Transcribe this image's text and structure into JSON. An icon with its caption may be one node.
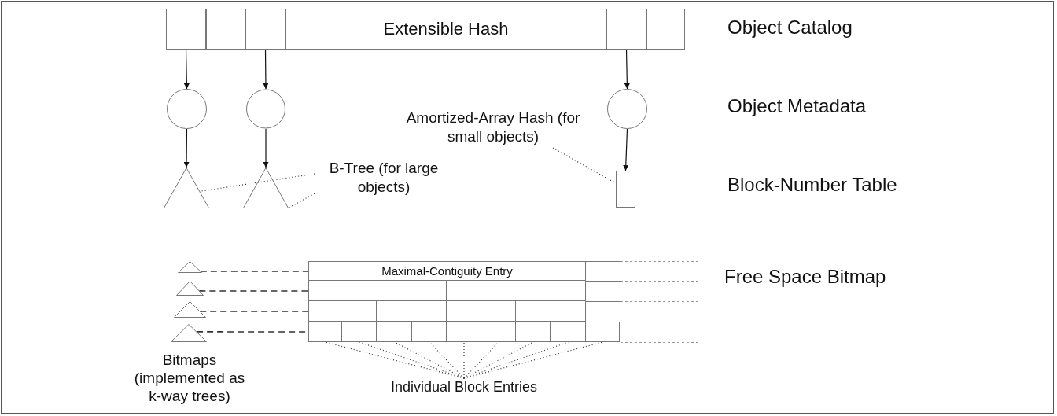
{
  "diagram": {
    "nodes": [
      {
        "text": [],
        "shape": "box"
      },
      {
        "text": [],
        "shape": "box"
      },
      {
        "text": [],
        "shape": "box"
      },
      {
        "text": [
          "Extensible Hash"
        ]
      },
      {
        "text": [],
        "shape": "box"
      },
      {
        "text": [],
        "shape": "box"
      },
      {
        "text": [],
        "shape": "circle"
      },
      {
        "text": [],
        "shape": "circle"
      },
      {
        "text": [],
        "shape": "circle"
      },
      {
        "text": [],
        "shape": "triangle"
      },
      {
        "text": [],
        "shape": "triangle"
      },
      {
        "text": [],
        "shape": "box"
      },
      {
        "text": [
          "Amortized-Array Hash (for small objects)"
        ]
      },
      {
        "text": [
          "B-Tree (for large objects)"
        ]
      },
      {
        "text": [],
        "shape": "triangle"
      },
      {
        "text": [],
        "shape": "triangle"
      },
      {
        "text": [],
        "shape": "triangle"
      },
      {
        "text": [],
        "shape": "triangle"
      },
      {
        "text": [],
        "shape": "box"
      },
      {
        "text": [
          "Maximal-Contiguity Entry"
        ],
        "in": 18
      },
      {
        "text": [],
        "shape": "box",
        "in": 18
      },
      {
        "text": [],
        "shape": "box",
        "in": 18
      },
      {
        "text": [],
        "shape": "box",
        "in": 18
      },
      {
        "text": [],
        "shape": "box",
        "in": 18
      },
      {
        "text": [],
        "shape": "box",
        "in": 18
      },
      {
        "text": [],
        "shape": "box",
        "in": 18
      },
      {
        "text": [],
        "shape": "box",
        "in": 18
      },
      {
        "text": [],
        "shape": "box",
        "in": 18
      },
      {
        "text": [],
        "shape": "box",
        "in": 18
      },
      {
        "text": [],
        "shape": "box",
        "in": 18
      },
      {
        "text": [],
        "shape": "box",
        "in": 18
      },
      {
        "text": [],
        "shape": "box",
        "in": 18
      },
      {
        "text": [],
        "shape": "box",
        "in": 18
      },
      {
        "text": [],
        "shape": "box",
        "in": 18
      },
      {
        "text": [],
        "shape": "box",
        "in": 18
      },
      {
        "text": [
          "Individual Block Entries"
        ]
      }
    ],
    "edges": [
      {
        "from": 0,
        "to": 6,
        "arrow": "to"
      },
      {
        "from": 2,
        "to": 7,
        "arrow": "to"
      },
      {
        "from": 4,
        "to": 8,
        "arrow": "to"
      },
      {
        "from": 6,
        "to": 9,
        "arrow": "to"
      },
      {
        "from": 7,
        "to": 10,
        "arrow": "to"
      },
      {
        "from": 8,
        "to": 11,
        "arrow": "to"
      },
      {
        "from": 12,
        "to": 11,
        "arrow": "none",
        "style": "dashed"
      },
      {
        "from": 13,
        "to": 9,
        "arrow": "none",
        "style": "dashed"
      },
      {
        "from": 13,
        "to": 10,
        "arrow": "none",
        "style": "dashed"
      },
      {
        "from": 14,
        "to": 18,
        "arrow": "none",
        "style": "dashed"
      },
      {
        "from": 15,
        "to": 18,
        "arrow": "none",
        "style": "dashed"
      },
      {
        "from": 16,
        "to": 18,
        "arrow": "none",
        "style": "dashed"
      },
      {
        "from": 17,
        "to": 18,
        "arrow": "none",
        "style": "dashed"
      },
      {
        "from": 35,
        "to": 26,
        "arrow": "none",
        "style": "dashed"
      },
      {
        "from": 35,
        "to": 27,
        "arrow": "none",
        "style": "dashed"
      },
      {
        "from": 35,
        "to": 28,
        "arrow": "none",
        "style": "dashed"
      },
      {
        "from": 35,
        "to": 29,
        "arrow": "none",
        "style": "dashed"
      },
      {
        "from": 35,
        "to": 30,
        "arrow": "none",
        "style": "dashed"
      },
      {
        "from": 35,
        "to": 31,
        "arrow": "none",
        "style": "dashed"
      },
      {
        "from": 35,
        "to": 32,
        "arrow": "none",
        "style": "dashed"
      },
      {
        "from": 35,
        "to": 33,
        "arrow": "none",
        "style": "dashed"
      },
      {
        "from": 35,
        "to": 34,
        "arrow": "none",
        "style": "dashed"
      }
    ],
    "labels": [
      "Object Catalog",
      "Object Metadata",
      "Block-Number Table",
      "Free Space Bitmap",
      "Bitmaps (implemented as k-way trees)"
    ]
  }
}
